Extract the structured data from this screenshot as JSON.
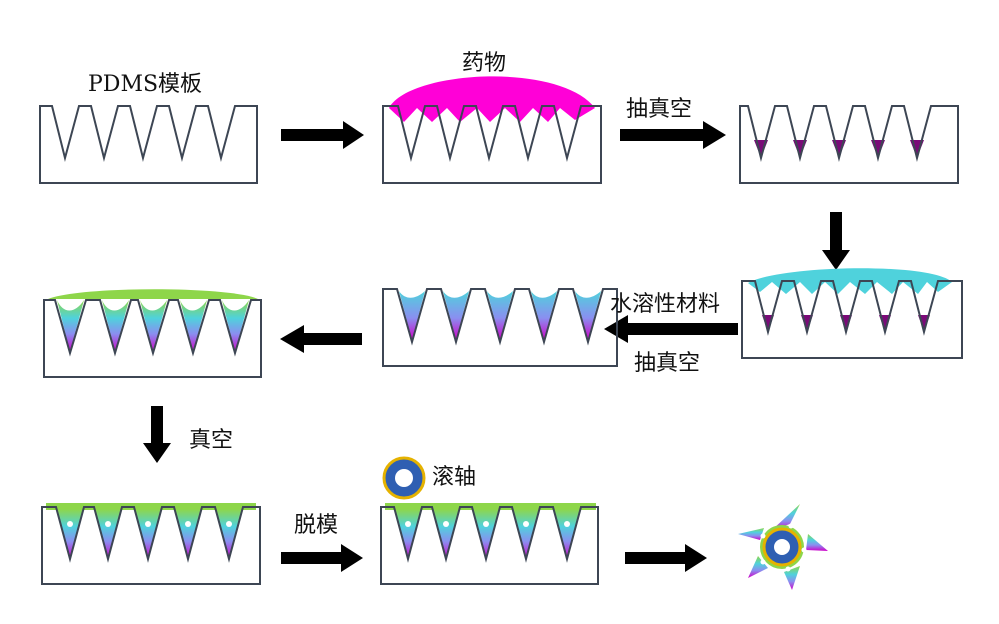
{
  "labels": {
    "pdms_mold": "PDMS模板",
    "drug": "药物",
    "vacuum_1": "抽真空",
    "water_soluble_material": "水溶性材料",
    "vacuum_2": "抽真空",
    "vacuum_3": "真空",
    "roller": "滚轴",
    "demold": "脱模"
  },
  "colors": {
    "outline": "#3d4654",
    "drug": "#ff00d7",
    "drug_tip": "#7a0a78",
    "water_soluble": "#4fd2dc",
    "backing": "#8ed64a",
    "roller_ring": "#e5b200",
    "roller_fill": "#2f5fb2",
    "arrow": "#000000"
  }
}
